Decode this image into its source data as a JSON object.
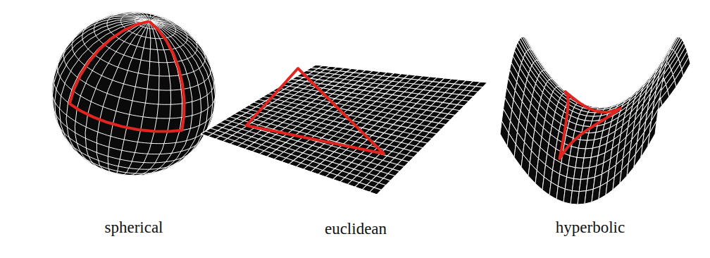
{
  "diagram": {
    "labels": [
      "spherical",
      "euclidean",
      "hyperbolic"
    ]
  }
}
